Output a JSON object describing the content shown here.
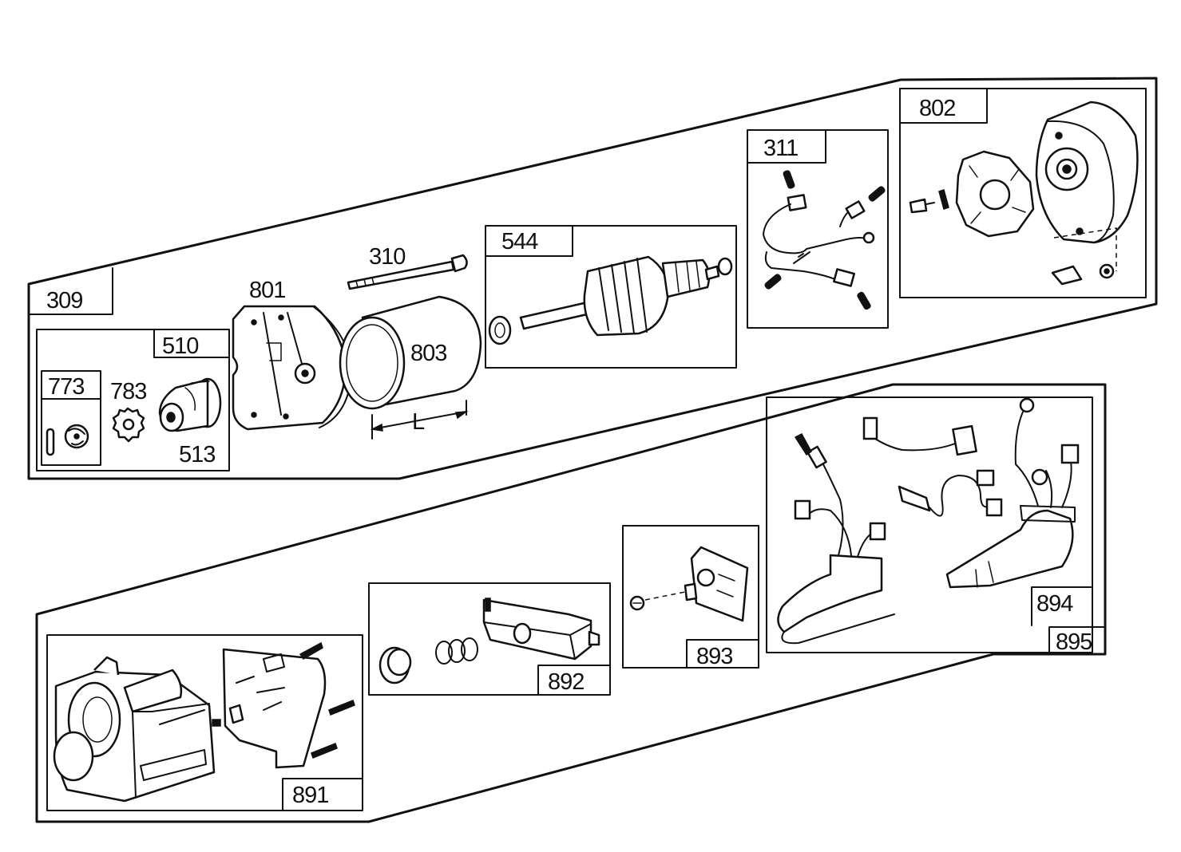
{
  "labels": {
    "kit_309": "309",
    "kit_510": "510",
    "part_773": "773",
    "part_783": "783",
    "part_513": "513",
    "part_801": "801",
    "part_310": "310",
    "part_803": "803",
    "dim_L": "L",
    "part_544": "544",
    "part_311": "311",
    "part_802": "802",
    "part_891": "891",
    "part_892": "892",
    "part_893": "893",
    "part_894": "894",
    "part_895": "895"
  }
}
